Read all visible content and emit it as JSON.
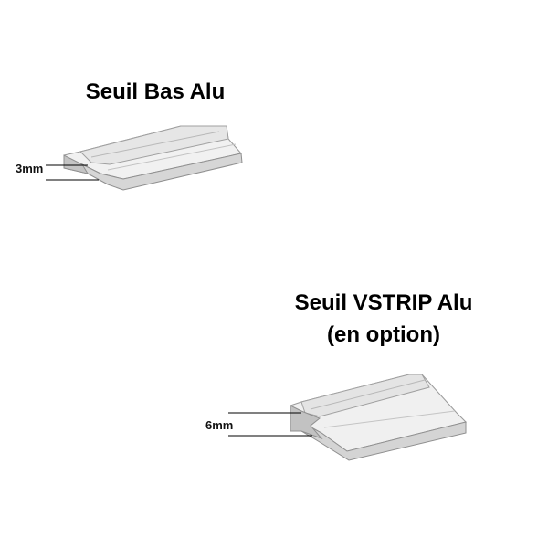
{
  "profiles": [
    {
      "title_lines": [
        "Seuil Bas Alu"
      ],
      "dimension": "3mm"
    },
    {
      "title_lines": [
        "Seuil VSTRIP Alu",
        "(en option)"
      ],
      "dimension": "6mm"
    }
  ],
  "colors": {
    "aluminium_light": "#f2f2f2",
    "aluminium_mid": "#d9d9d9",
    "aluminium_dark": "#b5b5b5",
    "edge": "#8f8f8f",
    "dimension_line": "#000000"
  }
}
